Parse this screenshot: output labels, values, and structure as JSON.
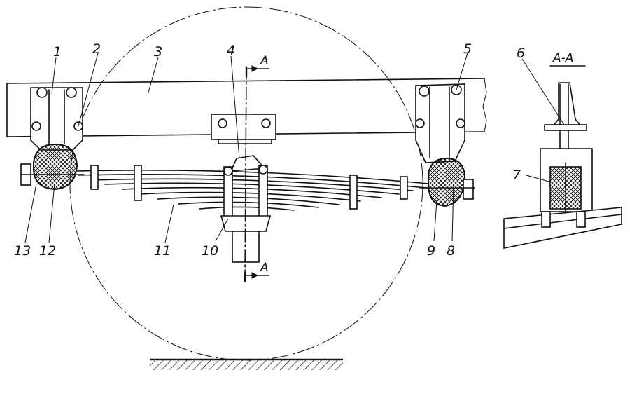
{
  "callouts": [
    "1",
    "2",
    "3",
    "4",
    "5",
    "6",
    "7",
    "8",
    "9",
    "10",
    "11",
    "12",
    "13"
  ],
  "section_marks": {
    "cut_top": "A",
    "cut_bottom": "A",
    "section_title": "A-A"
  },
  "colors": {
    "ink": "#111111",
    "paper": "#ffffff"
  }
}
